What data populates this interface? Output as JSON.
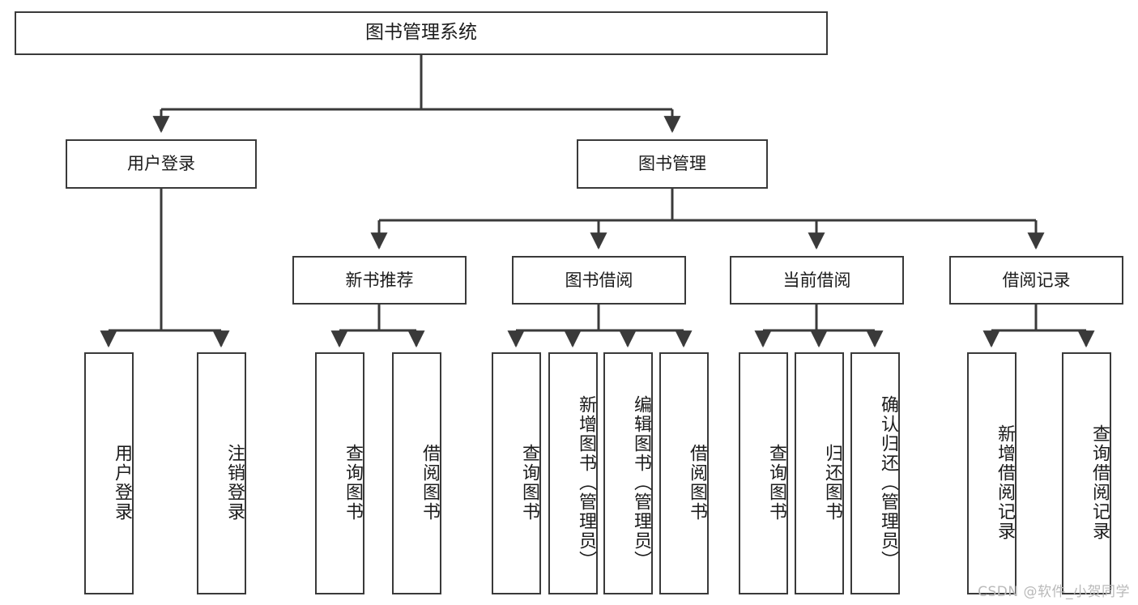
{
  "diagram": {
    "title": "图书管理系统",
    "type": "tree-hierarchy-diagram",
    "colors": {
      "box_border": "#3a3a3a",
      "box_fill": "#ffffff",
      "connector": "#3a3a3a",
      "text": "#1b1b1b",
      "watermark": "#b9b9b9",
      "background": "#ffffff"
    },
    "root": {
      "label": "图书管理系统"
    },
    "tier2": [
      {
        "id": "user-login",
        "label": "用户登录"
      },
      {
        "id": "book-manage",
        "label": "图书管理"
      }
    ],
    "tier3": [
      {
        "id": "new-book-recommend",
        "label": "新书推荐"
      },
      {
        "id": "book-borrow",
        "label": "图书借阅"
      },
      {
        "id": "current-borrow",
        "label": "当前借阅"
      },
      {
        "id": "borrow-record",
        "label": "借阅记录"
      }
    ],
    "leaves": {
      "user_login": [
        {
          "id": "leaf-user-login",
          "label": "用户登录"
        },
        {
          "id": "leaf-logout-login",
          "label": "注销登录"
        }
      ],
      "new_book_recommend": [
        {
          "id": "leaf-query-book-1",
          "label": "查询图书"
        },
        {
          "id": "leaf-borrow-book-1",
          "label": "借阅图书"
        }
      ],
      "book_borrow": [
        {
          "id": "leaf-query-book-2",
          "label": "查询图书"
        },
        {
          "id": "leaf-add-book-admin",
          "label": "新增图书（管理员）"
        },
        {
          "id": "leaf-edit-book-admin",
          "label": "编辑图书（管理员）"
        },
        {
          "id": "leaf-borrow-book-2",
          "label": "借阅图书"
        }
      ],
      "current_borrow": [
        {
          "id": "leaf-query-book-3",
          "label": "查询图书"
        },
        {
          "id": "leaf-return-book",
          "label": "归还图书"
        },
        {
          "id": "leaf-confirm-return-admin",
          "label": "确认归还（管理员）"
        }
      ],
      "borrow_record": [
        {
          "id": "leaf-add-borrow-record",
          "label": "新增借阅记录"
        },
        {
          "id": "leaf-query-borrow-record",
          "label": "查询借阅记录"
        }
      ]
    },
    "watermark": "CSDN @软件_小贺同学"
  }
}
